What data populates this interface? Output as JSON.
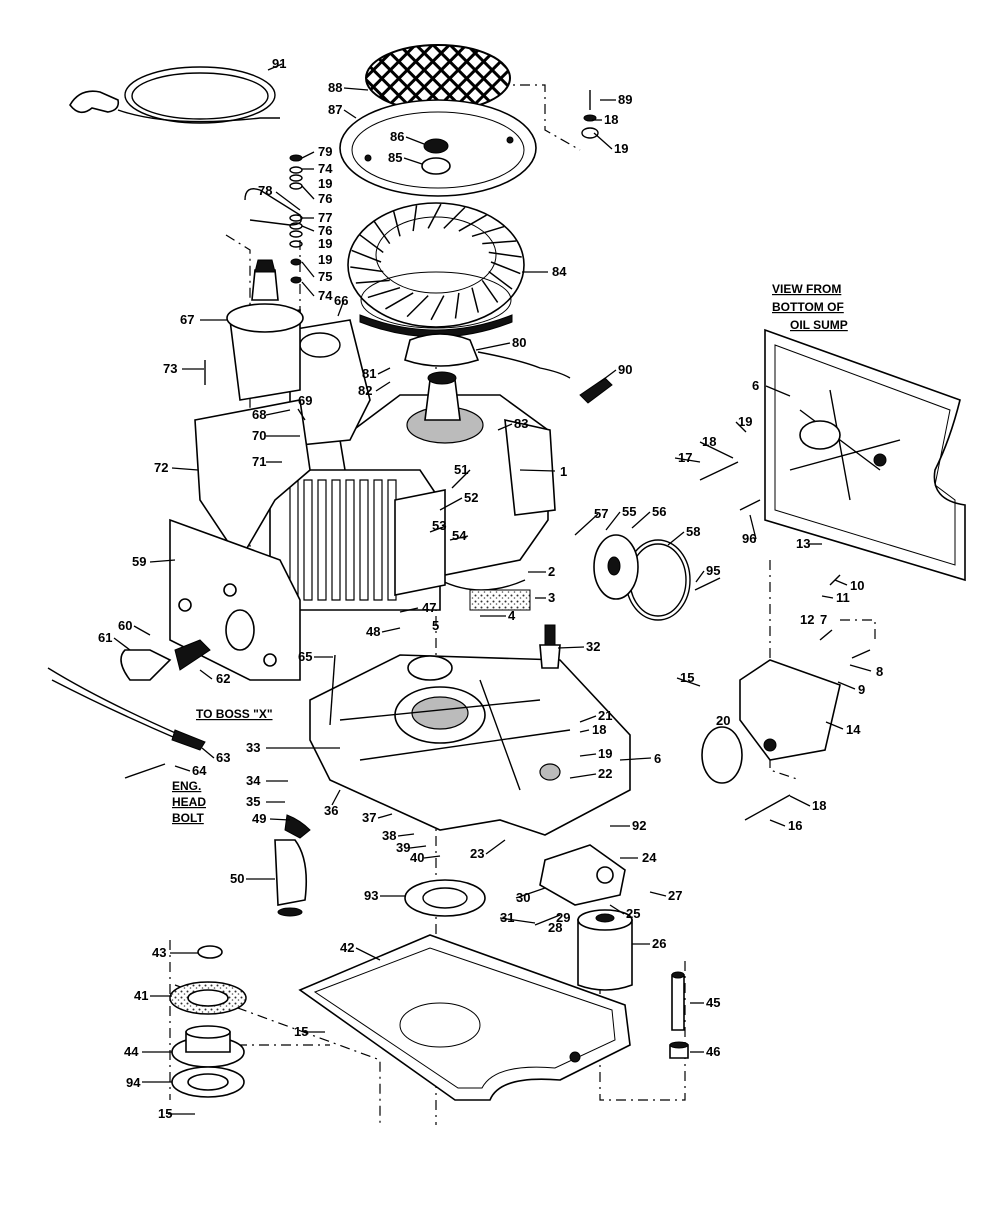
{
  "diagram": {
    "notes": {
      "view_line1": "VIEW FROM",
      "view_line2": "BOTTOM OF",
      "view_line3": "OIL SUMP",
      "to_boss": "TO BOSS \"X\"",
      "eng_line1": "ENG.",
      "eng_line2": "HEAD",
      "eng_line3": "BOLT"
    },
    "labels": {
      "p1": "1",
      "p2": "2",
      "p3": "3",
      "p4": "4",
      "p5": "5",
      "p6a": "6",
      "p6b": "6",
      "p7": "7",
      "p8": "8",
      "p9": "9",
      "p10": "10",
      "p11": "11",
      "p12": "12",
      "p13": "13",
      "p14": "14",
      "p15a": "15",
      "p15b": "15",
      "p15c": "15",
      "p16": "16",
      "p17": "17",
      "p18a": "18",
      "p18b": "18",
      "p18c": "18",
      "p18d": "18",
      "p19a": "19",
      "p19b": "19",
      "p19c": "19",
      "p19d": "19",
      "p19e": "19",
      "p19f": "19",
      "p20": "20",
      "p21": "21",
      "p22": "22",
      "p23": "23",
      "p24": "24",
      "p25": "25",
      "p26": "26",
      "p27": "27",
      "p28": "28",
      "p29": "29",
      "p30": "30",
      "p31": "31",
      "p32": "32",
      "p33": "33",
      "p34": "34",
      "p35": "35",
      "p36": "36",
      "p37": "37",
      "p38": "38",
      "p39": "39",
      "p40": "40",
      "p41": "41",
      "p42": "42",
      "p43": "43",
      "p44": "44",
      "p45": "45",
      "p46": "46",
      "p47": "47",
      "p48": "48",
      "p49": "49",
      "p50": "50",
      "p51": "51",
      "p52": "52",
      "p53": "53",
      "p54": "54",
      "p55": "55",
      "p56": "56",
      "p57": "57",
      "p58": "58",
      "p59": "59",
      "p60": "60",
      "p61": "61",
      "p62": "62",
      "p63": "63",
      "p64": "64",
      "p65": "65",
      "p66": "66",
      "p67": "67",
      "p68": "68",
      "p69": "69",
      "p70": "70",
      "p71": "71",
      "p72": "72",
      "p73": "73",
      "p74a": "74",
      "p74b": "74",
      "p75": "75",
      "p76a": "76",
      "p76b": "76",
      "p77": "77",
      "p78": "78",
      "p79": "79",
      "p80": "80",
      "p81": "81",
      "p82": "82",
      "p83": "83",
      "p84": "84",
      "p85": "85",
      "p86": "86",
      "p87": "87",
      "p88": "88",
      "p89": "89",
      "p90": "90",
      "p91": "91",
      "p92": "92",
      "p93": "93",
      "p94": "94",
      "p95": "95",
      "p96": "96"
    }
  }
}
